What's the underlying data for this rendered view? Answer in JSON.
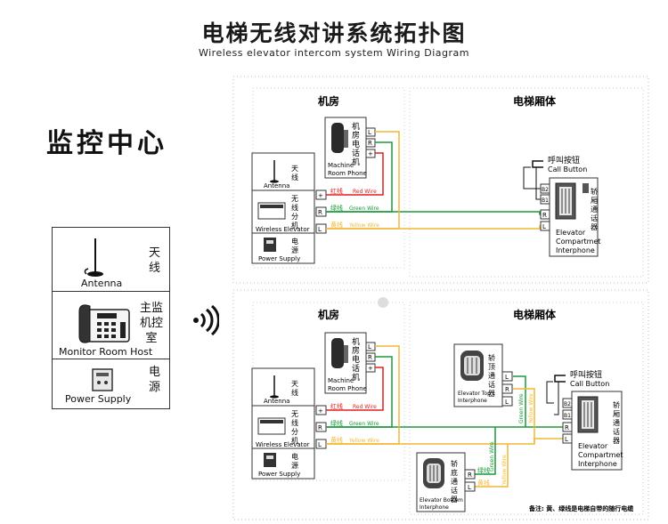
{
  "header": {
    "title": "电梯无线对讲系统拓扑图",
    "subtitle": "Wireless elevator intercom system Wiring Diagram"
  },
  "center": {
    "title": "监控中心",
    "items": [
      {
        "cn": "天线",
        "en": "Antenna",
        "icon": "antenna-icon"
      },
      {
        "cn": "主监机控室",
        "en": "Monitor Room Host",
        "icon": "telephone-host-icon"
      },
      {
        "cn": "电源",
        "en": "Power Supply",
        "icon": "power-supply-icon"
      }
    ],
    "wireless_icon": "wireless-signal-icon"
  },
  "sections": [
    {
      "machine_room_label": "机房",
      "car_label": "电梯厢体",
      "machine_phone": {
        "cn": "机房电话机",
        "en1": "Machine",
        "en2": "Room Phone",
        "terminals": [
          "L",
          "R",
          "+"
        ]
      },
      "unit": {
        "antenna": {
          "cn": "天线",
          "en": "Antenna"
        },
        "elevator": {
          "cn": "无线分机",
          "en": "Wireless Elevator"
        },
        "power": {
          "cn": "电源",
          "en": "Power Supply"
        },
        "terminals": [
          "+",
          "R",
          "L"
        ]
      },
      "wires": [
        {
          "cn": "红线",
          "en": "Red Wire",
          "color": "#e02020"
        },
        {
          "cn": "绿线",
          "en": "Green Wire",
          "color": "#1a9a3a"
        },
        {
          "cn": "黄线",
          "en": "Yellow Wire",
          "color": "#f2b833"
        }
      ],
      "call_button": {
        "cn": "呼叫按钮",
        "en": "Call Button"
      },
      "car_interphone": {
        "cn": "轿厢通话器",
        "en1": "Elevator",
        "en2": "Compartmet",
        "en3": "Interphone",
        "terminals": [
          "B2",
          "B1",
          "R",
          "L"
        ]
      }
    },
    {
      "machine_room_label": "机房",
      "car_label": "电梯厢体",
      "machine_phone": {
        "cn": "机房电话机",
        "en1": "Machine",
        "en2": "Room Phone",
        "terminals": [
          "L",
          "R",
          "+"
        ]
      },
      "unit": {
        "antenna": {
          "cn": "天线",
          "en": "Antenna"
        },
        "elevator": {
          "cn": "无线分机",
          "en": "Wireless Elevator"
        },
        "power": {
          "cn": "电源",
          "en": "Power Supply"
        },
        "terminals": [
          "+",
          "R",
          "L"
        ]
      },
      "wires": [
        {
          "cn": "红线",
          "en": "Red Wire",
          "color": "#e02020"
        },
        {
          "cn": "绿线",
          "en": "Green Wire",
          "color": "#1a9a3a"
        },
        {
          "cn": "黄线",
          "en": "Yellow Wire",
          "color": "#f2b833"
        }
      ],
      "top_interphone": {
        "cn": "轿顶通话器",
        "en1": "Elevator Top",
        "en2": "Interphone",
        "terminals": [
          "L",
          "R",
          "L"
        ]
      },
      "bottom_interphone": {
        "cn": "轿底通话器",
        "en1": "Elevator Bottom",
        "en2": "Interphone",
        "terminals": [
          "R",
          "L"
        ],
        "green_label": "绿线",
        "yellow_label": "黄线"
      },
      "vertical_wires": {
        "green": "Green Wire",
        "yellow": "Yellow Wire"
      },
      "call_button": {
        "cn": "呼叫按钮",
        "en": "Call Button"
      },
      "car_interphone": {
        "cn": "轿厢通话器",
        "en1": "Elevator",
        "en2": "Compartmet",
        "en3": "Interphone",
        "terminals": [
          "B2",
          "B1",
          "R",
          "L"
        ]
      }
    }
  ],
  "note": "备注: 黄、绿线是电梯自带的随行电缆"
}
